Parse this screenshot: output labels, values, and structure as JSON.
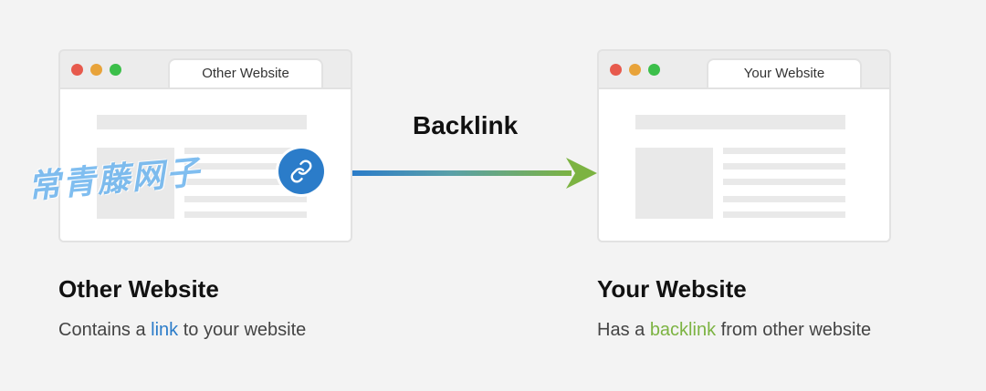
{
  "colors": {
    "background": "#f3f3f3",
    "link_blue": "#2b7cc9",
    "backlink_green": "#7cb342",
    "window_red": "#e75a4d",
    "window_yellow": "#e8a33a",
    "window_green": "#3cbf4a"
  },
  "other_browser": {
    "tab_label": "Other Website"
  },
  "your_browser": {
    "tab_label": "Your Website"
  },
  "arrow": {
    "label": "Backlink"
  },
  "link_icon": "link-chain-icon",
  "watermark": "常青藤网子",
  "other_caption": {
    "title": "Other Website",
    "text_before": "Contains a ",
    "highlight": "link",
    "text_after": " to your website"
  },
  "your_caption": {
    "title": "Your Website",
    "text_before": "Has a ",
    "highlight": "backlink",
    "text_after": " from other website"
  }
}
